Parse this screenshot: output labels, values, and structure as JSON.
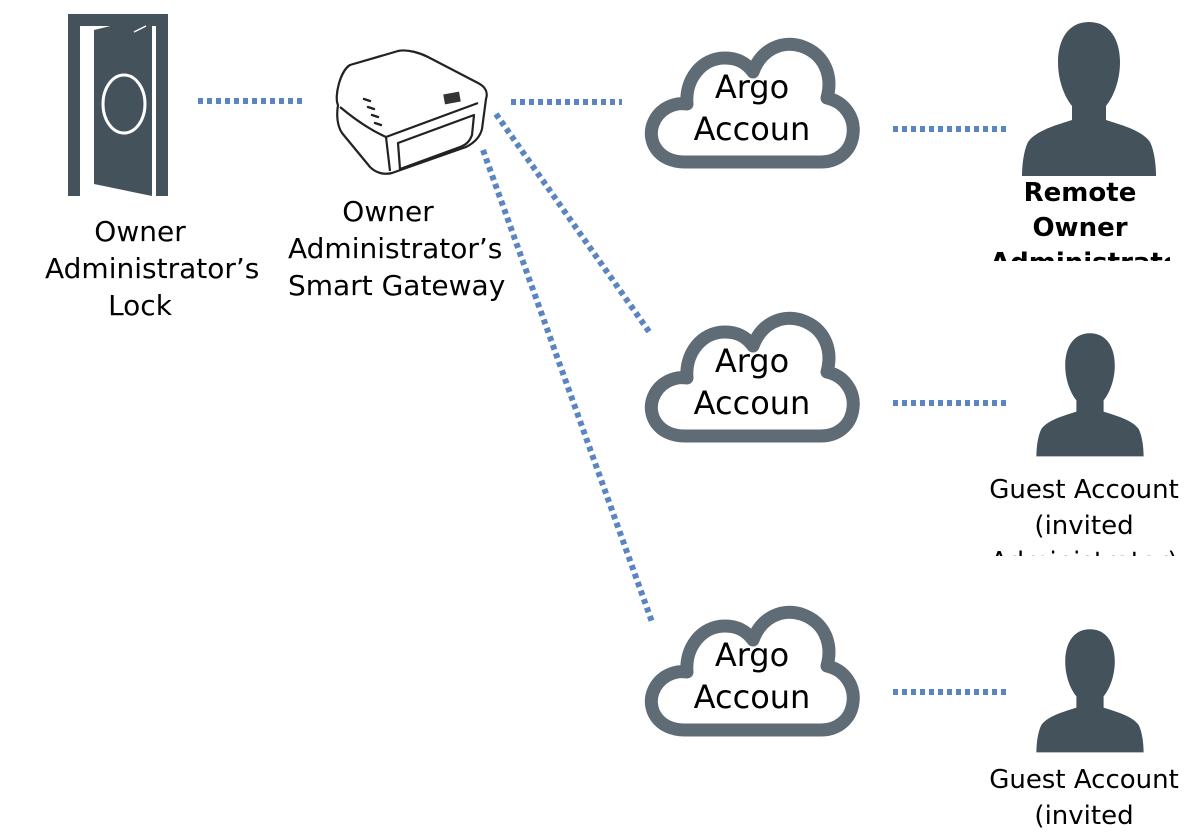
{
  "colors": {
    "icon": "#44525c",
    "cloud_stroke": "#5f6c75",
    "connector": "#5b85c0",
    "text": "#000000"
  },
  "lock": {
    "icon": "door-icon",
    "label_lines": [
      "Owner",
      "Administrator’s",
      "Lock"
    ]
  },
  "gateway": {
    "icon": "gateway-device-icon",
    "label_lines": [
      "Owner",
      "Administrator’s",
      "Smart Gateway"
    ]
  },
  "clouds": [
    {
      "icon": "cloud-icon",
      "lines": [
        "Argo",
        "Accoun"
      ]
    },
    {
      "icon": "cloud-icon",
      "lines": [
        "Argo",
        "Accoun"
      ]
    },
    {
      "icon": "cloud-icon",
      "lines": [
        "Argo",
        "Accoun"
      ]
    }
  ],
  "users": [
    {
      "icon": "person-icon",
      "label_lines": [
        "Remote",
        "Owner",
        "Administrator"
      ]
    },
    {
      "icon": "person-icon",
      "label_lines": [
        "Guest Account",
        "(invited",
        "Administrator)"
      ]
    },
    {
      "icon": "person-icon",
      "label_lines": [
        "Guest Account",
        "(invited"
      ]
    }
  ]
}
